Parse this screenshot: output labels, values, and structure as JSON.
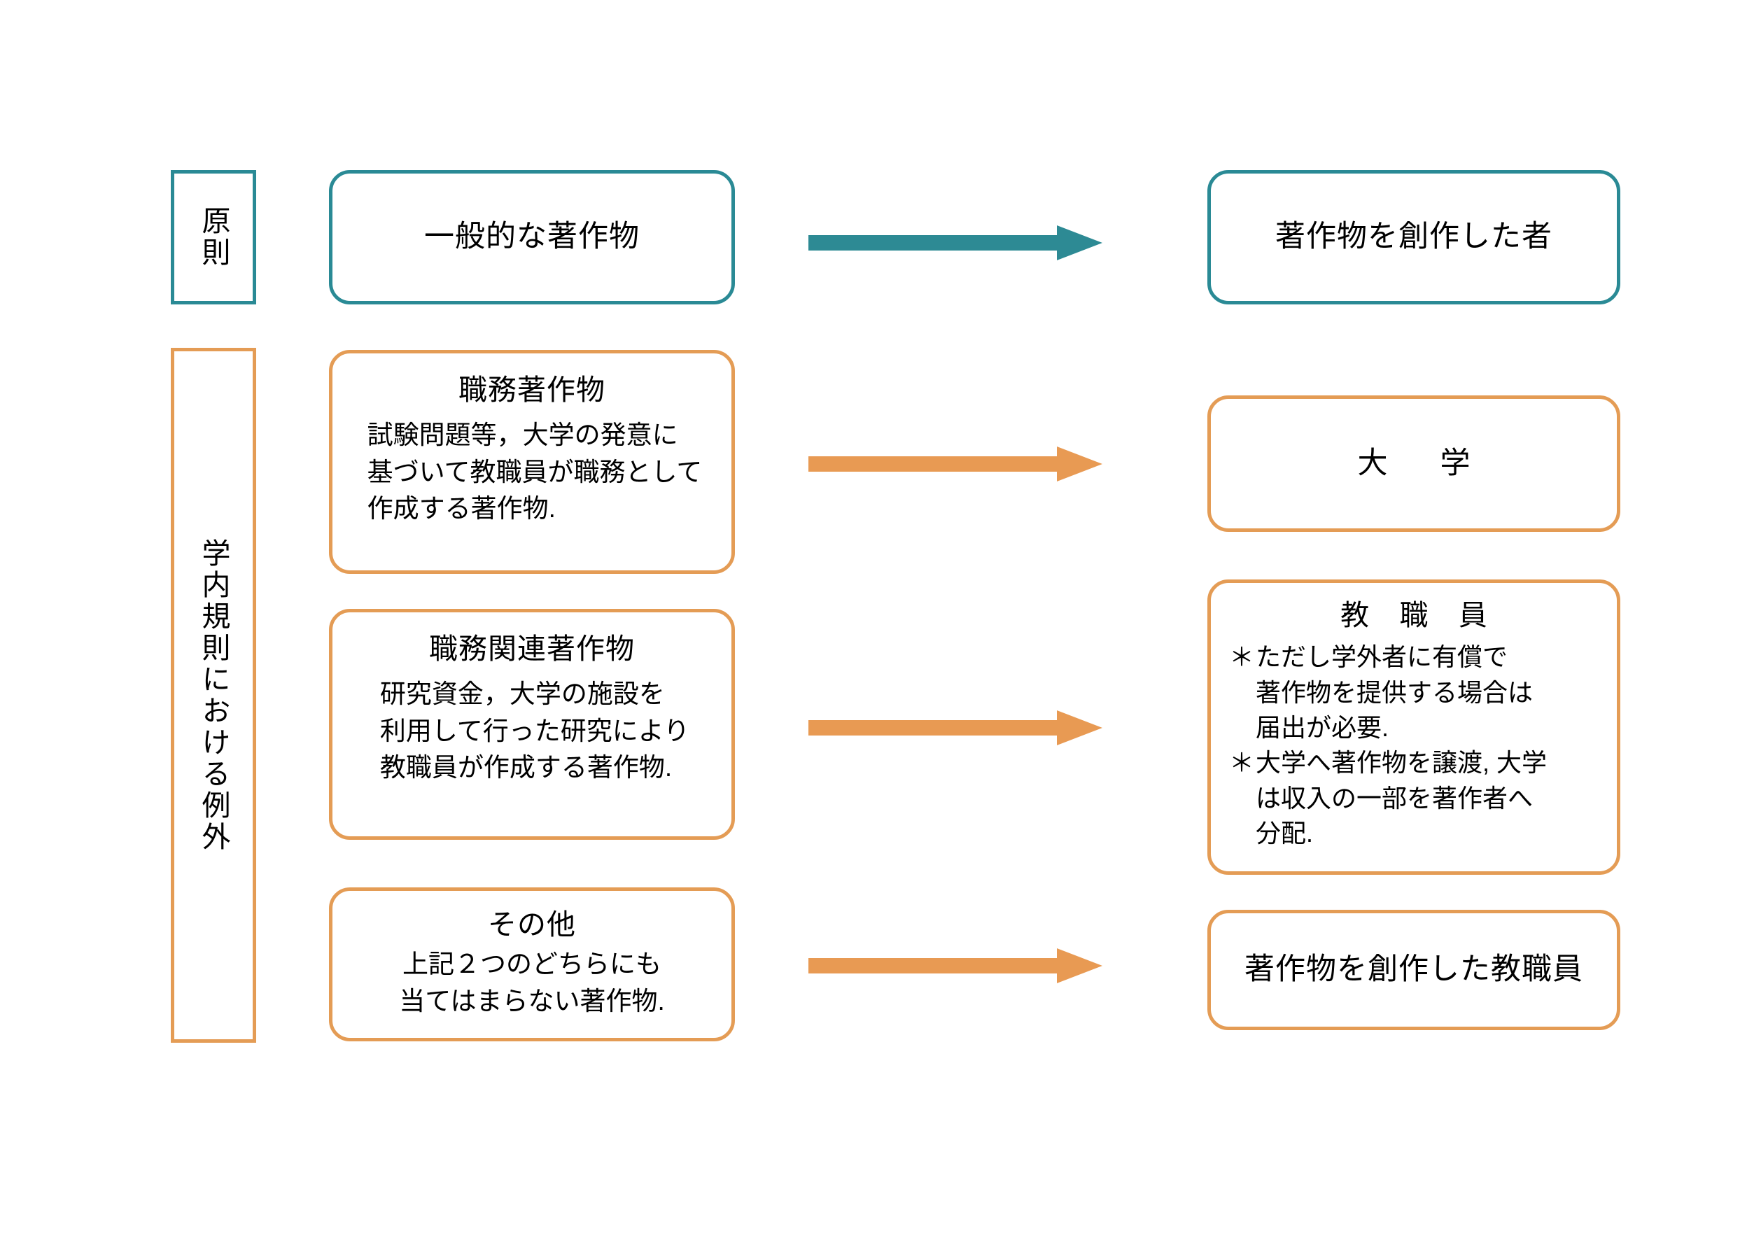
{
  "colors": {
    "teal": "#2a8a95",
    "orange": "#e49c55",
    "arrow_teal": "#2d8a94",
    "arrow_orange": "#e89a53",
    "background": "#ffffff",
    "text": "#000000"
  },
  "side_labels": {
    "principle": "原則",
    "exception": "学内規則における例外"
  },
  "rows": [
    {
      "id": "principle",
      "source": {
        "title": "一般的な著作物"
      },
      "arrow": "arrow-right-teal",
      "target": {
        "title": "著作物を創作した者"
      }
    },
    {
      "id": "work-for-hire",
      "source": {
        "title": "職務著作物",
        "body": "試験問題等，大学の発意に\n基づいて教職員が職務として\n作成する著作物."
      },
      "arrow": "arrow-right-orange",
      "target": {
        "title": "大　学"
      }
    },
    {
      "id": "duty-related",
      "source": {
        "title": "職務関連著作物",
        "body": "研究資金，大学の施設を\n利用して行った研究により\n教職員が作成する著作物."
      },
      "arrow": "arrow-right-orange",
      "target": {
        "title": "教 職 員",
        "notes": [
          {
            "marker": "＊",
            "text": "ただし学外者に有償で\n著作物を提供する場合は\n届出が必要."
          },
          {
            "marker": "＊",
            "text": "大学へ著作物を譲渡, 大学\nは収入の一部を著作者へ\n分配."
          }
        ]
      }
    },
    {
      "id": "other",
      "source": {
        "title": "その他",
        "body": "上記２つのどちらにも\n当てはまらない著作物."
      },
      "arrow": "arrow-right-orange",
      "target": {
        "title": "著作物を創作した教職員"
      }
    }
  ]
}
